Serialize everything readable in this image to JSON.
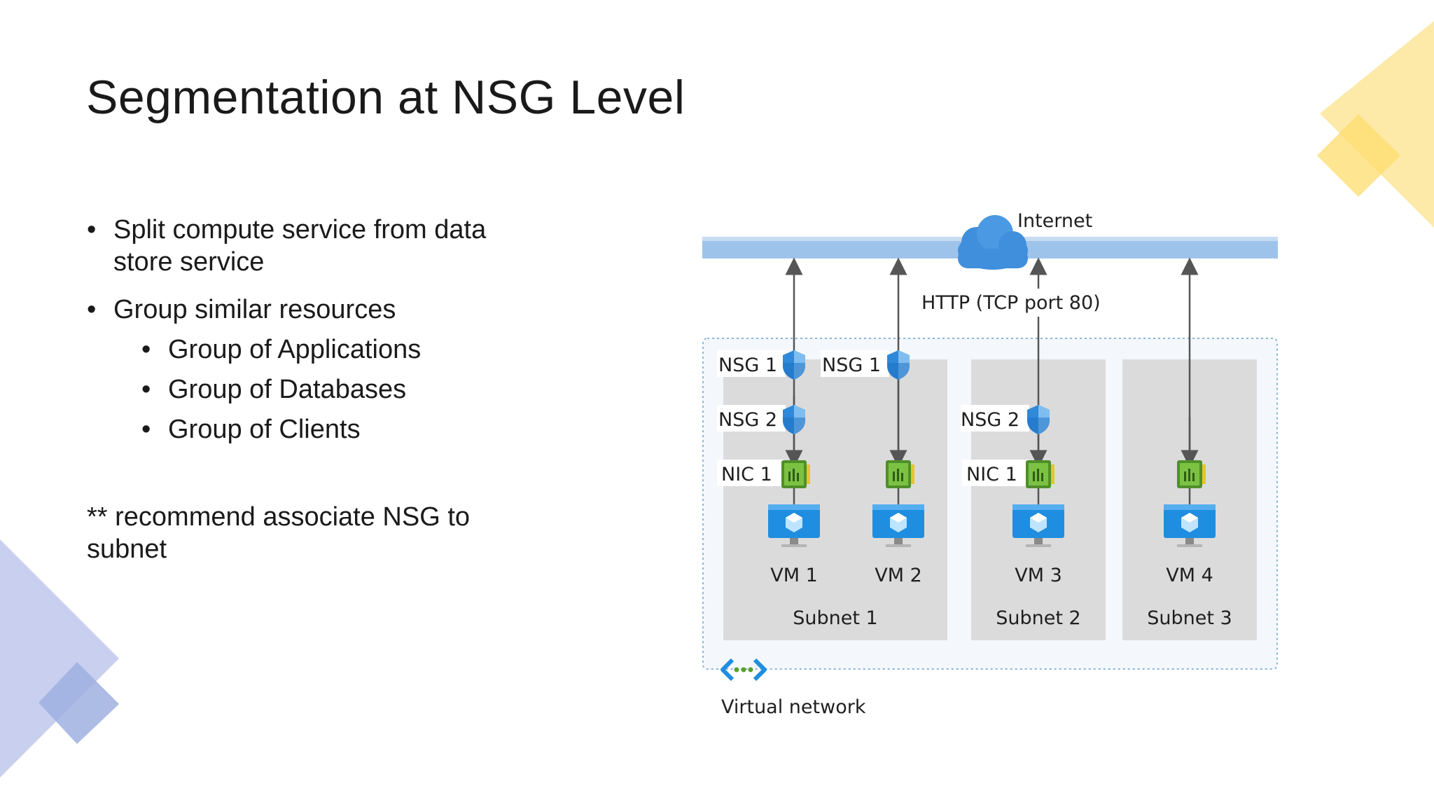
{
  "slide": {
    "title": "Segmentation at NSG Level",
    "bullets": [
      {
        "text": "Split compute service from data store service"
      },
      {
        "text": "Group similar resources",
        "sub": [
          "Group of Applications",
          "Group of Databases",
          "Group of Clients"
        ]
      }
    ],
    "note": "** recommend associate NSG to subnet"
  },
  "diagram": {
    "internet_label": "Internet",
    "http_label": "HTTP (TCP port 80)",
    "virtual_network_label": "Virtual network",
    "nsg1_label": "NSG 1",
    "nsg2_label": "NSG 2",
    "nic_label": "NIC 1",
    "vm_labels": [
      "VM 1",
      "VM 2",
      "VM 3",
      "VM 4"
    ],
    "subnet_labels": [
      "Subnet 1",
      "Subnet 2",
      "Subnet 3"
    ]
  },
  "colors": {
    "internet_bar": "#9dc3ea",
    "cloud": "#3f8fdc",
    "subnet_fill": "#dcdbdc",
    "vnet_border": "#8ab4d8",
    "shield": "#2f88d8",
    "nic_green": "#5aa02c",
    "vm_blue": "#1f8ee0",
    "deco_yellow": "#fde9a6",
    "deco_blue": "#c5cdee"
  }
}
